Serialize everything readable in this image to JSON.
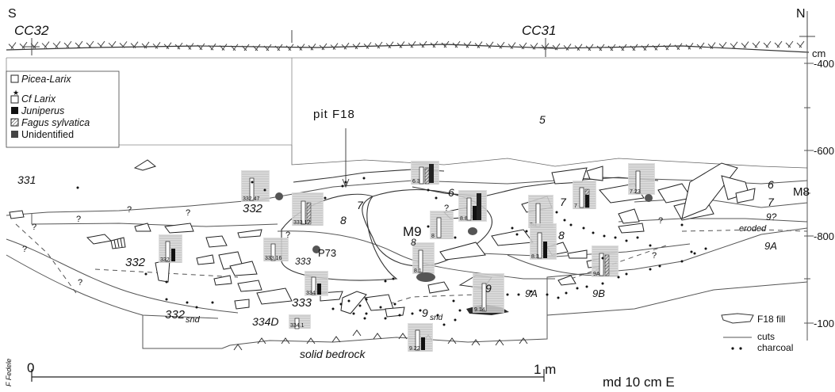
{
  "orientation": {
    "south": "S",
    "north": "N"
  },
  "grid_markers": {
    "left": "CC32",
    "right": "CC31"
  },
  "depth_axis": {
    "unit": "cm",
    "ticks": [
      "-400",
      "-600",
      "-800",
      "-100"
    ]
  },
  "legend_top": [
    {
      "label": "Picea-Larix",
      "icon": "open-bar-icon"
    },
    {
      "label": "Cf Larix",
      "icon": "star-bar-icon"
    },
    {
      "label": "Juniperus",
      "icon": "black-bar-icon"
    },
    {
      "label": "Fagus sylvatica",
      "icon": "hatched-bar-icon"
    },
    {
      "label": "Unidentified",
      "icon": "dark-grey-bar-icon"
    }
  ],
  "legend_bottom": [
    {
      "label": "F18 fill",
      "icon": "fill-outline-icon"
    },
    {
      "label": "cuts",
      "icon": "line-icon"
    },
    {
      "label": "charcoal",
      "icon": "dots-icon"
    }
  ],
  "features": {
    "pit": "pit F18",
    "m8": "M8",
    "m9": "M9",
    "p73": "P73",
    "eroded": "eroded",
    "bedrock": "solid bedrock"
  },
  "layers": {
    "l5": "5",
    "l6a": "6",
    "l6b": "6",
    "l7a": "7",
    "l7b": "7",
    "l7c": "7",
    "l8a": "8",
    "l8b": "8",
    "l8c": "8",
    "l9": "9",
    "l9q": "9?",
    "l9a1": "9A",
    "l9a2": "9A",
    "l9b": "9B",
    "l9snd_main": "9",
    "l9snd_sub": "snd",
    "l331": "331",
    "l332a": "332",
    "l332b": "332",
    "l332snd_main": "332",
    "l332snd_sub": "snd",
    "l333a": "333",
    "l333b": "333",
    "l334d": "334D"
  },
  "histogram_labels": [
    "332.47",
    "332",
    "333.17",
    "333.16",
    "334",
    "334.1",
    "6.3",
    "8.8",
    "8",
    "8u",
    "7",
    "7.23",
    "8.1",
    "8.3",
    "9A",
    "9.14",
    "9.22"
  ],
  "scale_bar": {
    "start": "0",
    "end": "1 m",
    "note": "md 10 cm E"
  },
  "credit": "F Fedele"
}
